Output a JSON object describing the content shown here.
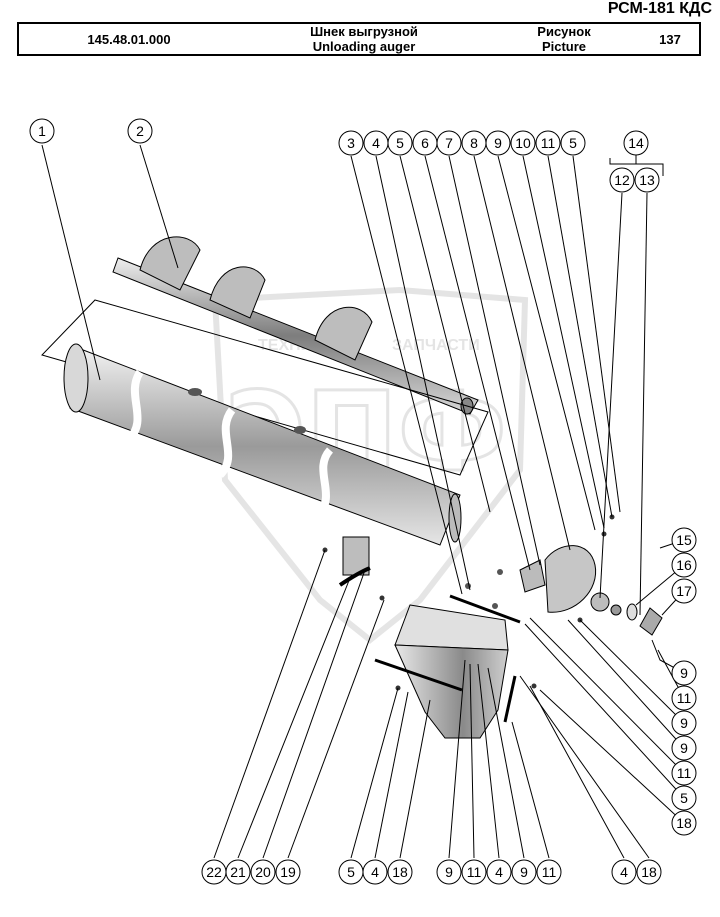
{
  "header": {
    "model": "РСМ-181 КДС",
    "code": "145.48.01.000",
    "name_ru": "Шнек выгрузной",
    "name_en": "Unloading auger",
    "picture_ru": "Рисунок",
    "picture_en": "Picture",
    "picture_number": "137"
  },
  "watermark": {
    "caption_left": "ТЕХНИКА",
    "caption_right": "ЗАПЧАСТИ",
    "letters": "ЭПФ"
  },
  "callouts": {
    "top_row": [
      "1",
      "2",
      "3",
      "4",
      "5",
      "6",
      "7",
      "8",
      "9",
      "10",
      "11",
      "5",
      "14",
      "12",
      "13"
    ],
    "right_column": [
      "15",
      "16",
      "17",
      "9",
      "11",
      "9",
      "9",
      "11",
      "5",
      "18"
    ],
    "bottom_row": [
      "22",
      "21",
      "20",
      "19",
      "5",
      "4",
      "18",
      "9",
      "11",
      "4",
      "9",
      "11",
      "4",
      "18"
    ]
  },
  "colors": {
    "line": "#000000",
    "part_fill": "#c8c8c8",
    "watermark": "#d9d9d9"
  }
}
